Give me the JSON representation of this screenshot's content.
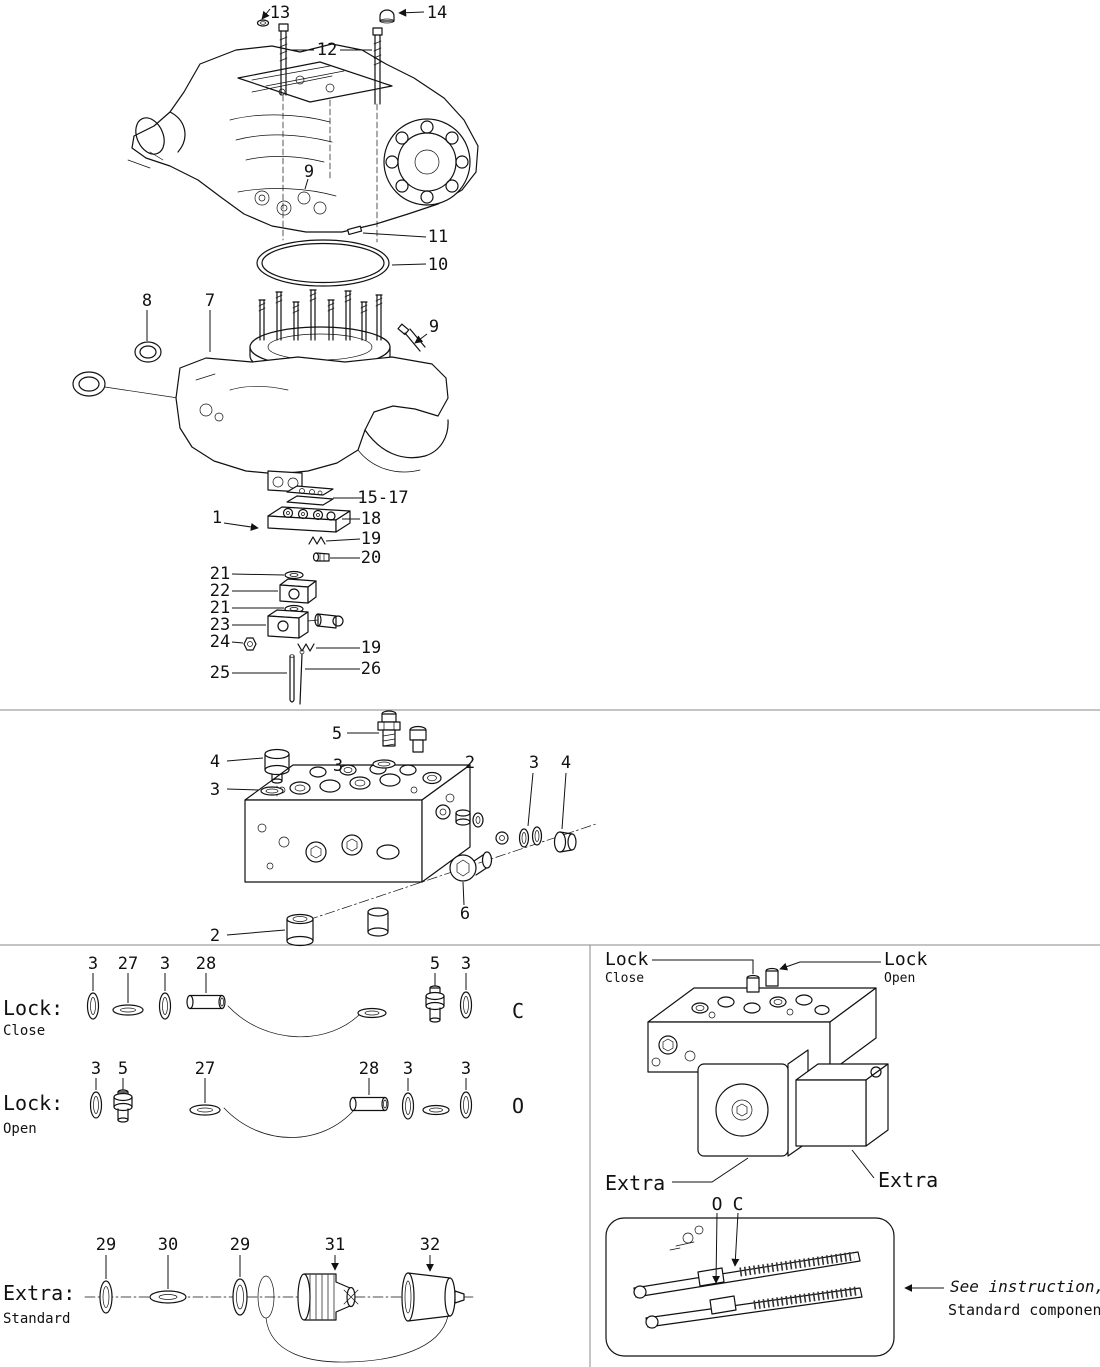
{
  "figure": {
    "type": "exploded-parts-diagram"
  },
  "top": {
    "callouts": {
      "c13": "13",
      "c14": "14",
      "c12": "12",
      "c11": "11",
      "c10": "10",
      "c8": "8",
      "c7": "7",
      "c9a": "9",
      "c9b": "9",
      "c15_17": "15-17",
      "c1": "1",
      "c18": "18",
      "c19a": "19",
      "c20": "20",
      "c21a": "21",
      "c22": "22",
      "c21b": "21",
      "c23": "23",
      "c24": "24",
      "c19b": "19",
      "c25": "25",
      "c26": "26"
    }
  },
  "middle": {
    "callouts": {
      "c5": "5",
      "c4a": "4",
      "c3a": "3",
      "c3b": "3",
      "c2a": "2",
      "c3c": "3",
      "c4b": "4",
      "c6": "6",
      "c2b": "2"
    }
  },
  "lock_close": {
    "label": "Lock:",
    "sublabel": "Close",
    "letter": "C",
    "callouts": {
      "c3a": "3",
      "c27": "27",
      "c3b": "3",
      "c28": "28",
      "c5": "5",
      "c3c": "3"
    }
  },
  "lock_open": {
    "label": "Lock:",
    "sublabel": "Open",
    "letter": "O",
    "callouts": {
      "c3a": "3",
      "c5": "5",
      "c27": "27",
      "c28": "28",
      "c3b": "3",
      "c3c": "3"
    }
  },
  "extra_row": {
    "label": "Extra:",
    "sublabel": "Standard",
    "callouts": {
      "c29a": "29",
      "c30": "30",
      "c29b": "29",
      "c31": "31",
      "c32": "32"
    }
  },
  "right_panel": {
    "lock_close_label": "Lock",
    "lock_close_sub": "Close",
    "lock_open_label": "Lock",
    "lock_open_sub": "Open",
    "extra_left": "Extra",
    "extra_right": "Extra",
    "o_label": "O",
    "c_label": "C",
    "instruction_line1": "See instruction,",
    "instruction_line2": "Standard components"
  }
}
